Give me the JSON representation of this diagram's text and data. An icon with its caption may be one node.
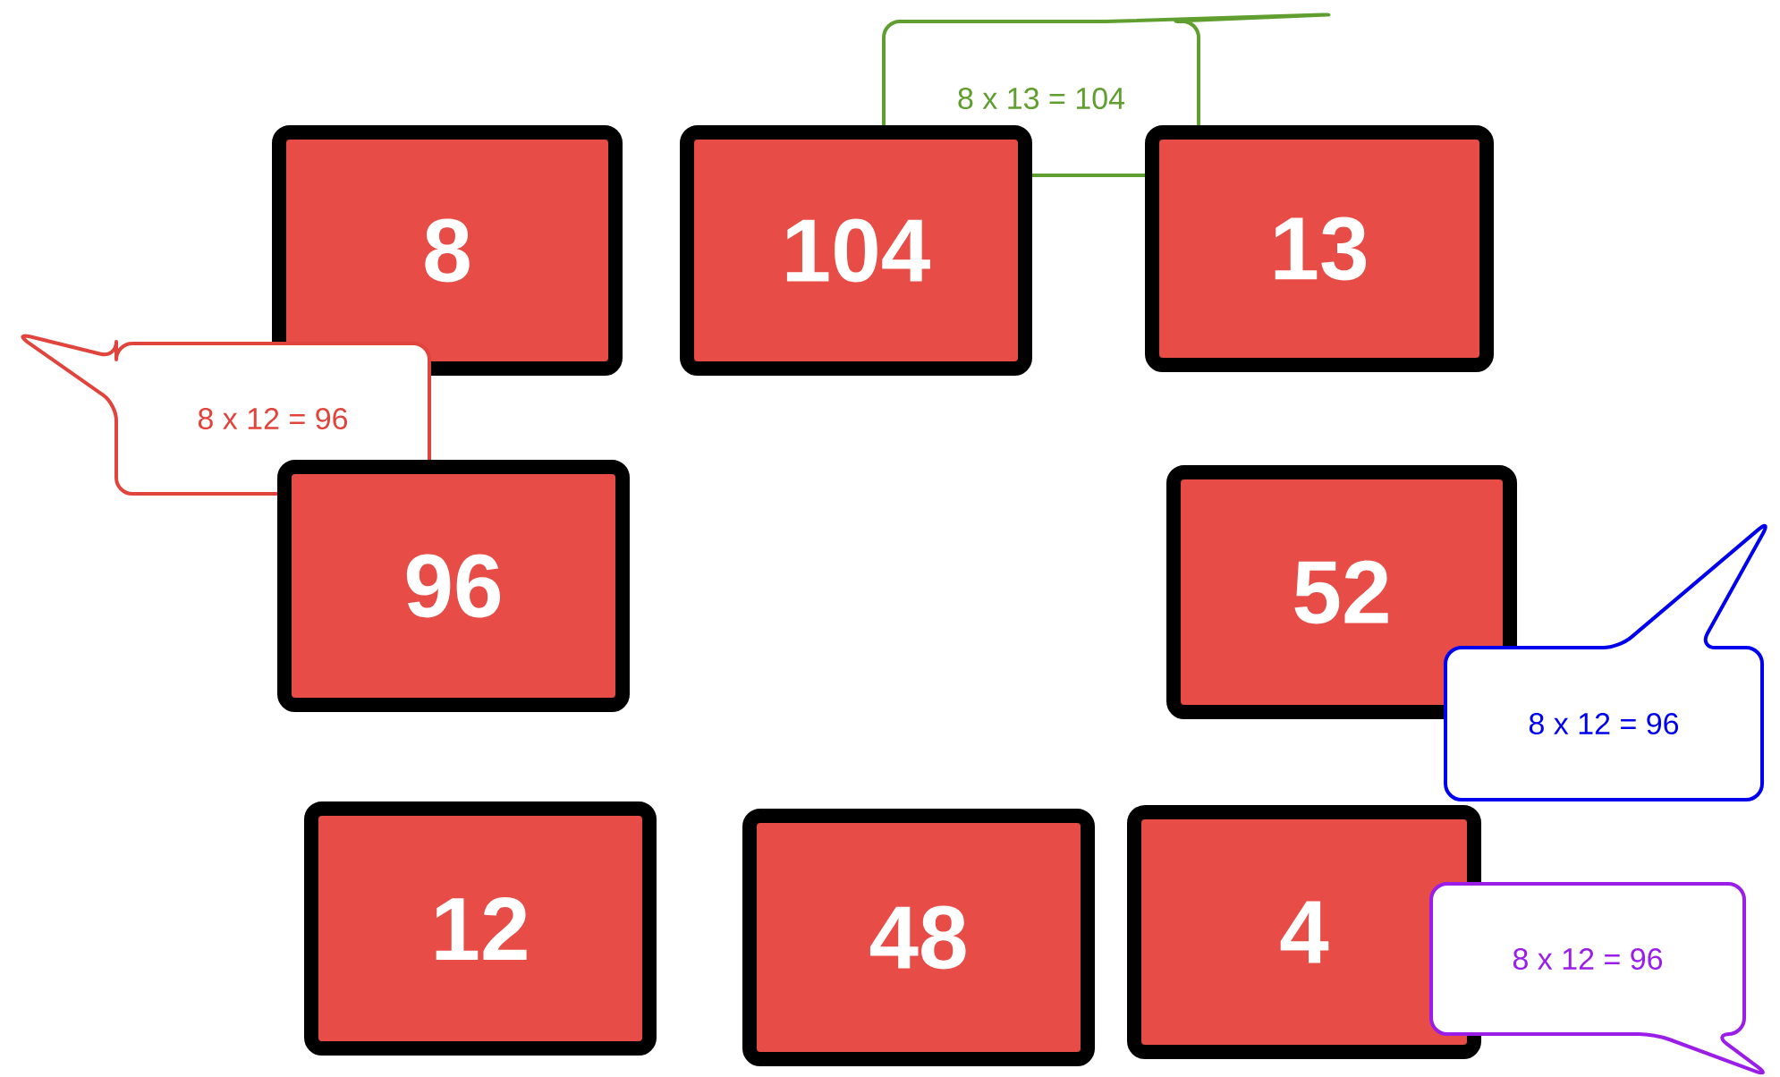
{
  "diagram": {
    "nodes": [
      {
        "text": [
          "8 x 13 = 104"
        ]
      },
      {
        "text": [
          "8"
        ]
      },
      {
        "text": [
          "104"
        ]
      },
      {
        "text": [
          "13"
        ]
      },
      {
        "text": [
          "8 x 12 = 96"
        ]
      },
      {
        "text": [
          "96"
        ]
      },
      {
        "text": [
          "52"
        ]
      },
      {
        "text": [
          "8 x 12 = 96"
        ]
      },
      {
        "text": [
          "12"
        ]
      },
      {
        "text": [
          "48"
        ]
      },
      {
        "text": [
          "4"
        ]
      },
      {
        "text": [
          "8 x 12 = 96"
        ]
      }
    ]
  }
}
